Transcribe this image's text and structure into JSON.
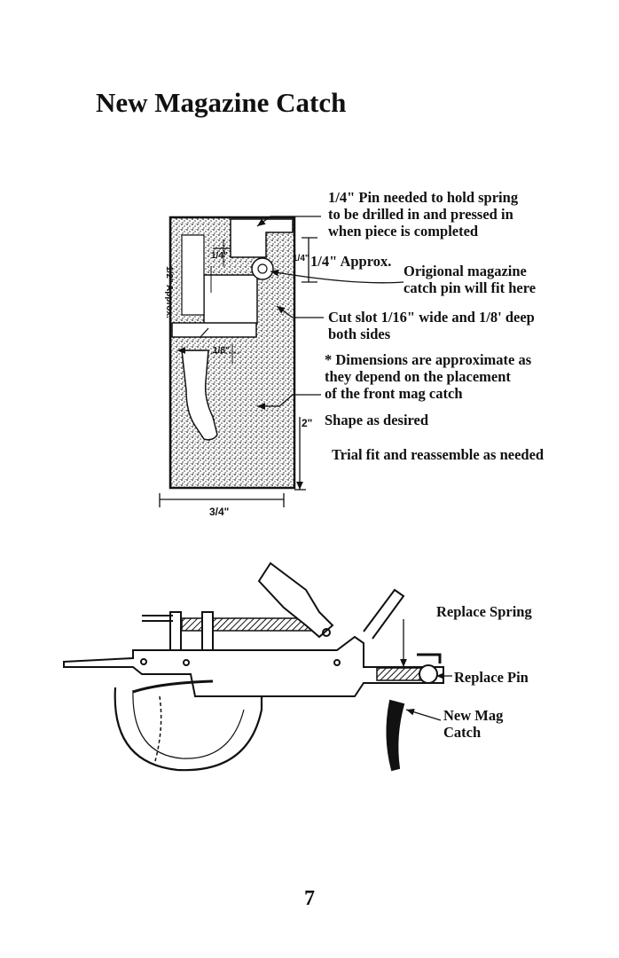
{
  "page": {
    "title": "New Magazine Catch",
    "page_number": "7"
  },
  "top_diagram": {
    "notes": {
      "pin_note_1": "1/4\" Pin needed to hold spring",
      "pin_note_2": "to be drilled in and pressed in",
      "pin_note_3": "when piece is completed",
      "approx_label": "1/4\" Approx.",
      "orig_pin_1": "Origional magazine",
      "orig_pin_2": "catch pin will fit here",
      "slot_1": "Cut slot 1/16\" wide and 1/8' deep",
      "slot_2": "both sides",
      "dims_1": "* Dimensions are approximate as",
      "dims_2": "they depend on the placement",
      "dims_3": "of the front mag catch",
      "shape": "Shape as desired",
      "trial": "Trial fit and reassemble as needed"
    },
    "dimensions": {
      "width": "3/4\"",
      "height": "2\"",
      "inner_eighth": "1/8\"",
      "half_approx": "1/2\" Approx.",
      "quarter_approx": "1/4\"",
      "inner_quarter": "1/4\""
    }
  },
  "bottom_diagram": {
    "labels": {
      "replace_spring": "Replace Spring",
      "replace_pin": "Replace Pin",
      "new_mag_1": "New Mag",
      "new_mag_2": "Catch"
    }
  }
}
